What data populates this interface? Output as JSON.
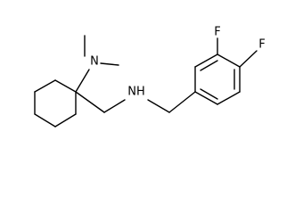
{
  "structure": {
    "atoms": {
      "n_dimethyl": "N",
      "n_amine": "NH",
      "f_meta": "F",
      "f_para": "F"
    }
  }
}
